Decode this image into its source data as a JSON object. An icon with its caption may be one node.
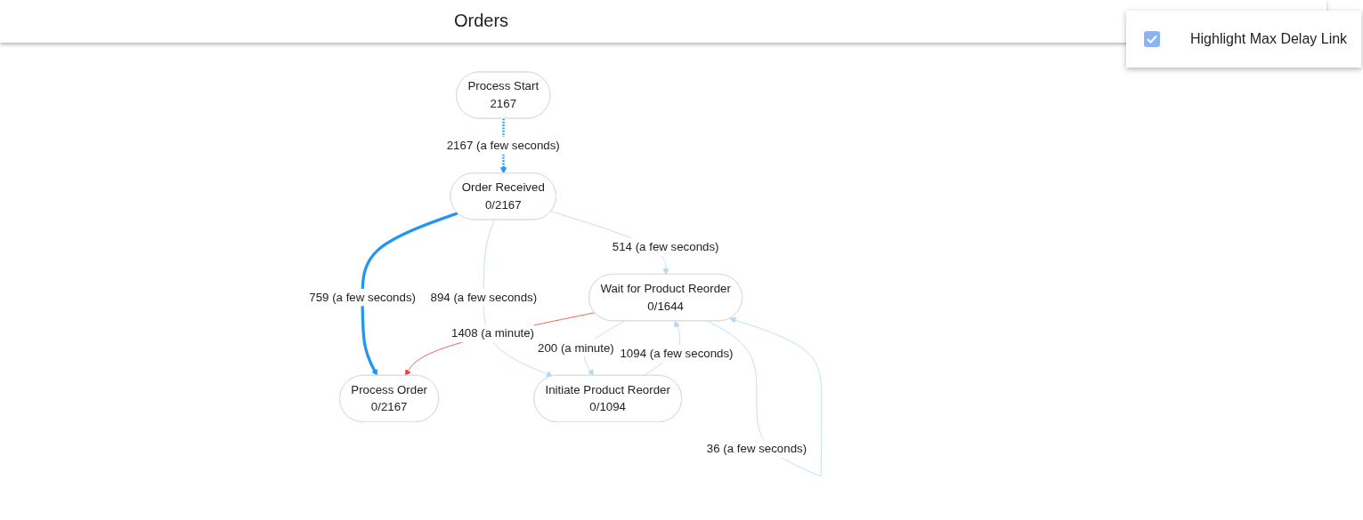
{
  "diagram": {
    "title": "Orders",
    "nodes": [
      {
        "text": [
          "Process Start",
          "2167"
        ]
      },
      {
        "text": [
          "Order Received",
          "0/2167"
        ]
      },
      {
        "text": [
          "Wait for Product Reorder",
          "0/1644"
        ]
      },
      {
        "text": [
          "Process Order",
          "0/2167"
        ]
      },
      {
        "text": [
          "Initiate Product Reorder",
          "0/1094"
        ]
      }
    ],
    "edges": [
      {
        "from": 0,
        "to": 1,
        "arrow": "to",
        "label": "2167 (a few seconds)",
        "style": "dashed",
        "color": "#2196f3"
      },
      {
        "from": 1,
        "to": 3,
        "arrow": "to",
        "label": "759 (a few seconds)",
        "style": "thick",
        "color": "#2196f3"
      },
      {
        "from": 1,
        "to": 2,
        "arrow": "to",
        "label": "514 (a few seconds)"
      },
      {
        "from": 1,
        "to": 4,
        "arrow": "to",
        "label": "894 (a few seconds)"
      },
      {
        "from": 2,
        "to": 2,
        "arrow": "to",
        "label": "36 (a few seconds)"
      },
      {
        "from": 4,
        "to": 2,
        "arrow": "to",
        "label": "1094 (a few seconds)"
      },
      {
        "from": 2,
        "to": 4,
        "arrow": "to",
        "label": "200 (a minute)"
      },
      {
        "from": 2,
        "to": 3,
        "arrow": "to",
        "label": "1408 (a minute)",
        "color": "#f44336"
      }
    ],
    "labels": [
      "Highlight Max Delay Link"
    ]
  }
}
